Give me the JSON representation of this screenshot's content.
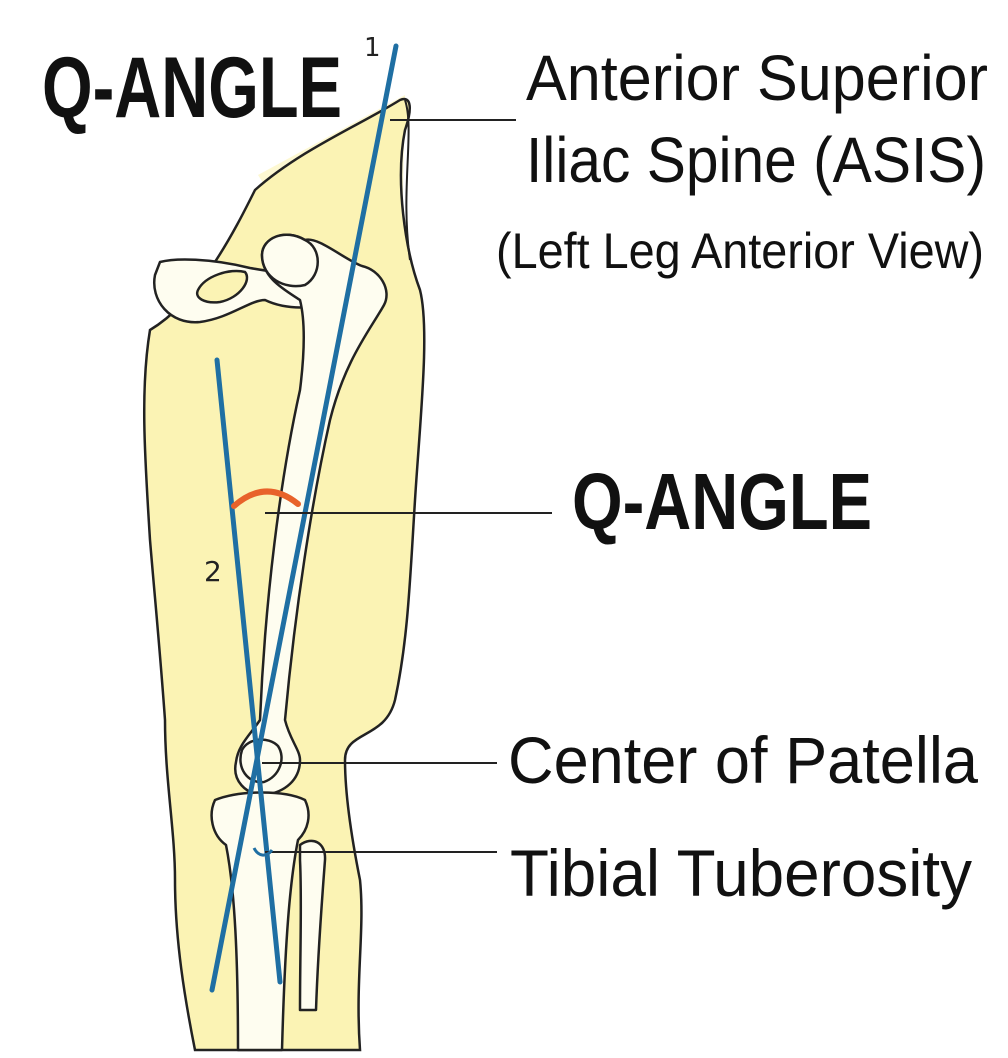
{
  "labels": {
    "title": "Q-ANGLE",
    "asis_line1": "Anterior Superior",
    "asis_line2": "Iliac Spine (ASIS)",
    "view": "(Left Leg Anterior View)",
    "angle": "Q-ANGLE",
    "patella": "Center of Patella",
    "tibial": "Tibial Tuberosity",
    "line1_marker": "1",
    "line2_marker": "2"
  },
  "colors": {
    "skin": "#fbf3b4",
    "skin_light": "#fdf8d2",
    "bone": "#fefdf0",
    "outline": "#222222",
    "reference_line": "#1f6fa3",
    "angle_arc": "#e8622a",
    "leader": "#222222"
  }
}
